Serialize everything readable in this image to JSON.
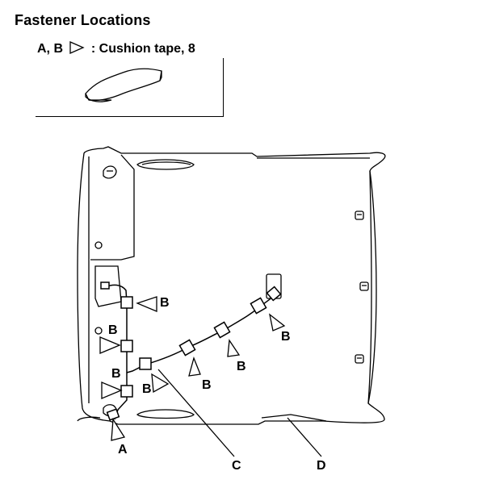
{
  "header": {
    "title": "Fastener Locations",
    "legend_prefix": "A, B",
    "legend_suffix": ": Cushion tape, 8"
  },
  "labels": {
    "a": "A",
    "b": "B",
    "c": "C",
    "d": "D"
  }
}
